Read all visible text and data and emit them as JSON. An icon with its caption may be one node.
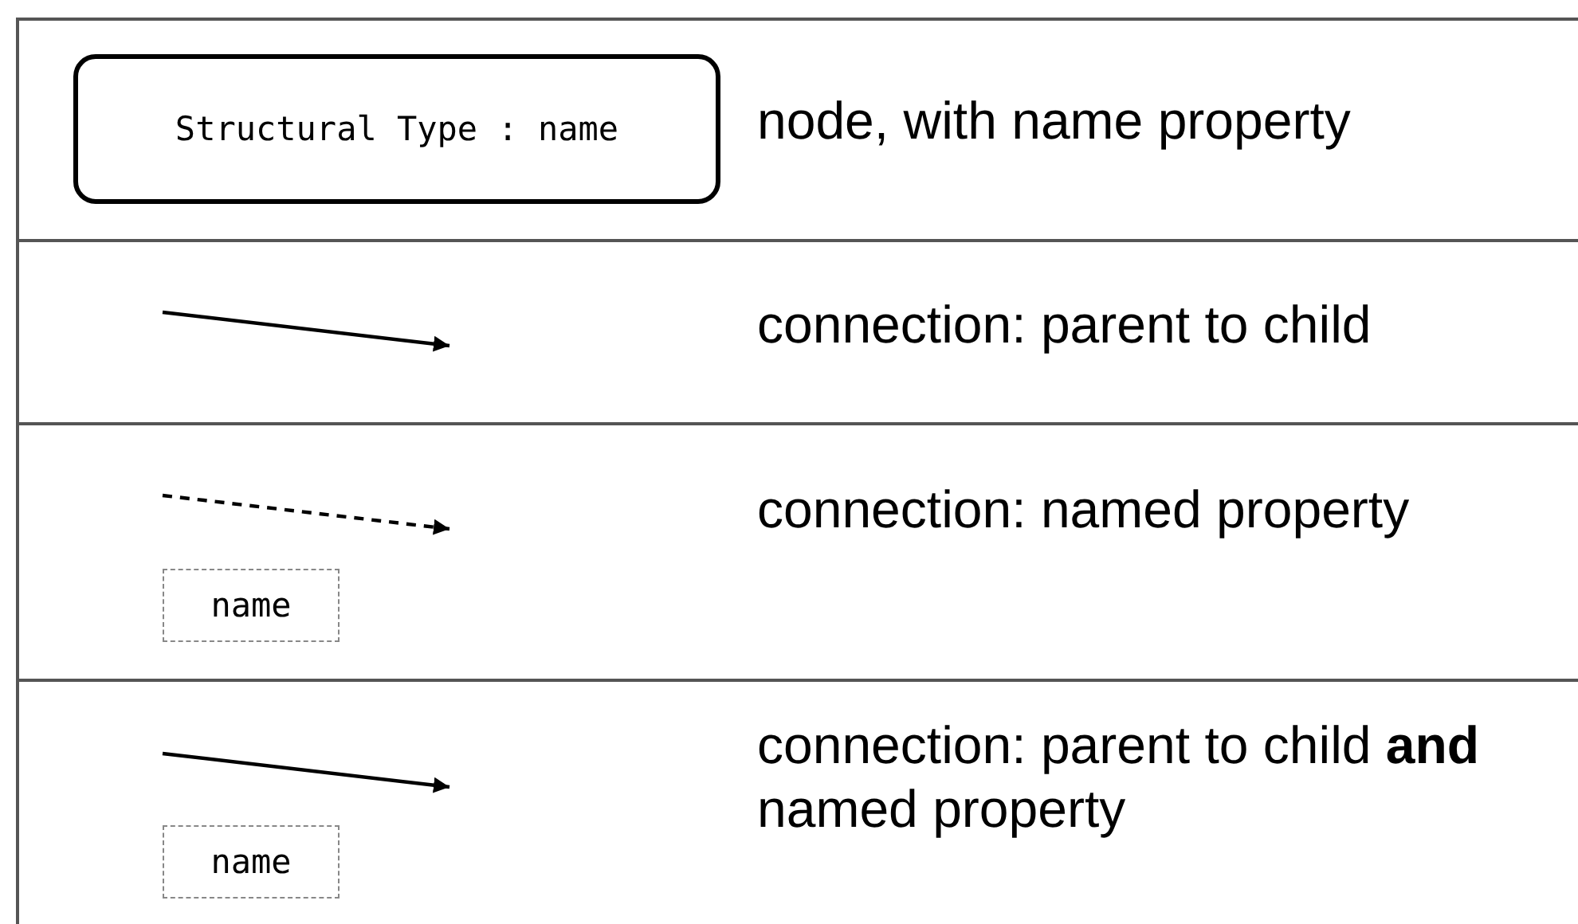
{
  "diagram": {
    "nodes": [
      {
        "text": [
          "Structural Type : name"
        ]
      },
      {
        "text": [
          "name"
        ]
      },
      {
        "text": [
          "name"
        ]
      }
    ],
    "legend": [
      {
        "text": "node, with name property"
      },
      {
        "text": "connection: parent to child"
      },
      {
        "text": "connection: named property"
      },
      {
        "text": "connection: parent to child **and** named property"
      }
    ]
  }
}
